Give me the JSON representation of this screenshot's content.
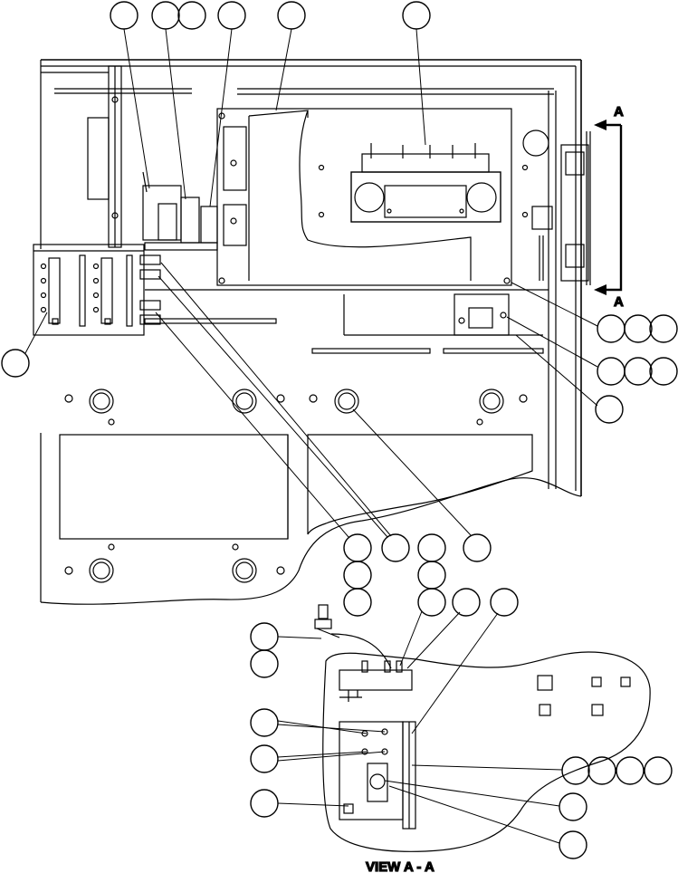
{
  "view": {
    "label": "VIEW A - A",
    "section_marker_top": "A",
    "section_marker_bottom": "A"
  },
  "colors": {
    "line": "#000000",
    "background": "#ffffff"
  }
}
